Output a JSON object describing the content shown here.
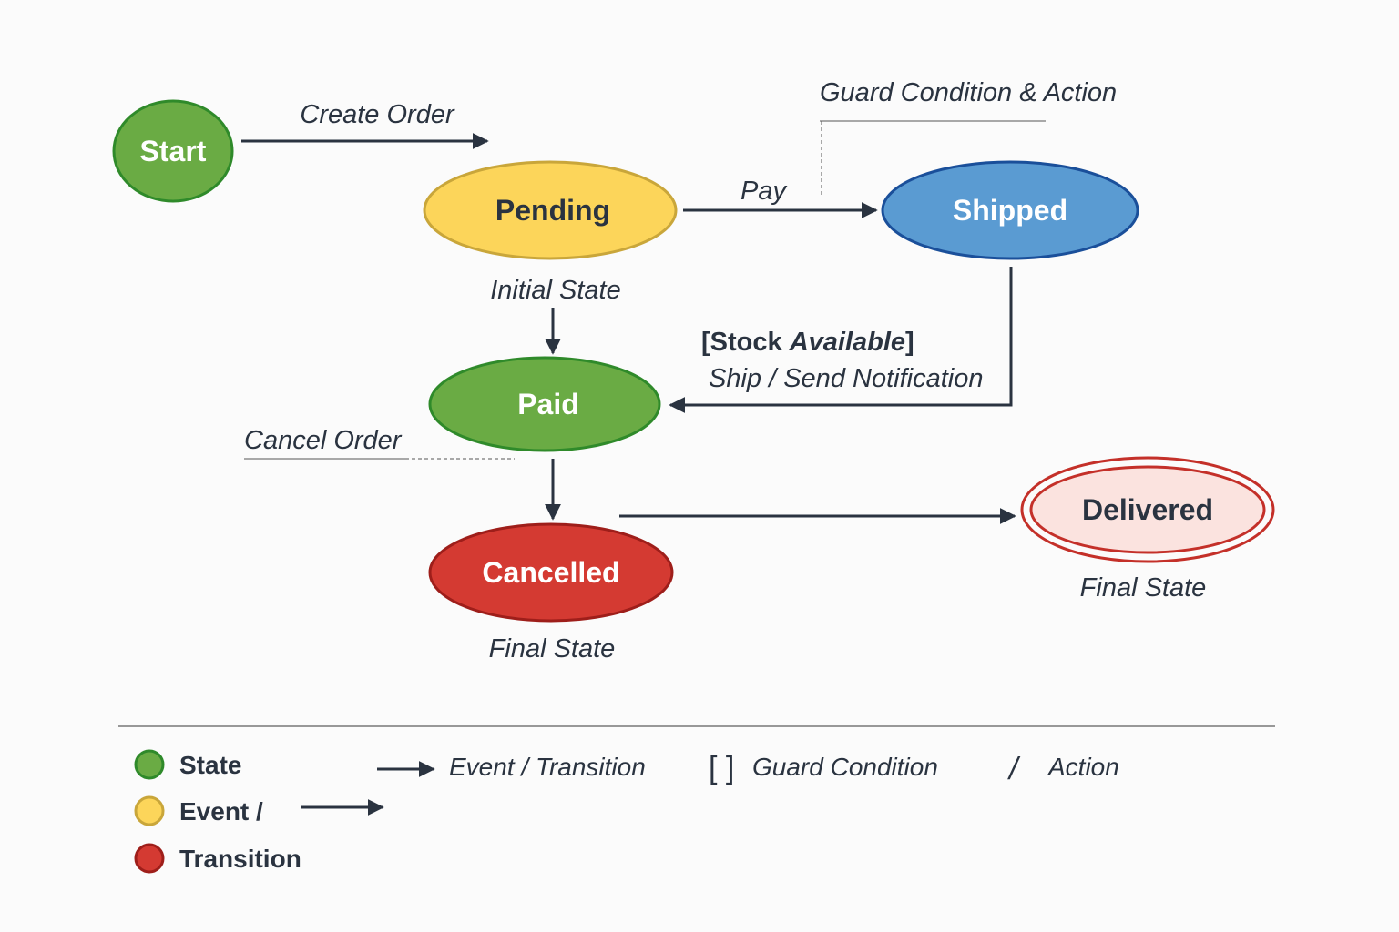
{
  "colors": {
    "green_fill": "#6aab44",
    "green_stroke": "#2f8a2a",
    "yellow_fill": "#fcd55a",
    "yellow_stroke": "#c9a63a",
    "blue_fill": "#5a9bd2",
    "blue_stroke": "#1a4f9a",
    "red_fill": "#d43a32",
    "red_stroke": "#9e1e1a",
    "final_fill": "#fbe3df",
    "final_stroke": "#c43029",
    "ink": "#2a3340"
  },
  "nodes": {
    "start": "Start",
    "pending": "Pending",
    "shipped": "Shipped",
    "paid": "Paid",
    "cancelled": "Cancelled",
    "delivered": "Delivered"
  },
  "annotations": {
    "create_order": "Create Order",
    "pay": "Pay",
    "guard_condition_action": "Guard Condition & Action",
    "initial_state": "Initial State",
    "stock_open": "[Stock ",
    "stock_available": "Available",
    "stock_close": "]",
    "ship_notification": "Ship / Send Notification",
    "cancel_order": "Cancel Order",
    "final_state_cancelled": "Final State",
    "final_state_delivered": "Final State"
  },
  "legend": {
    "state": "State",
    "event": "Event /",
    "transition": "Transition",
    "event_transition": "Event / Transition",
    "guard_brackets": "[ ]",
    "guard_condition": "Guard Condition",
    "action_slash": "/",
    "action": "Action"
  }
}
